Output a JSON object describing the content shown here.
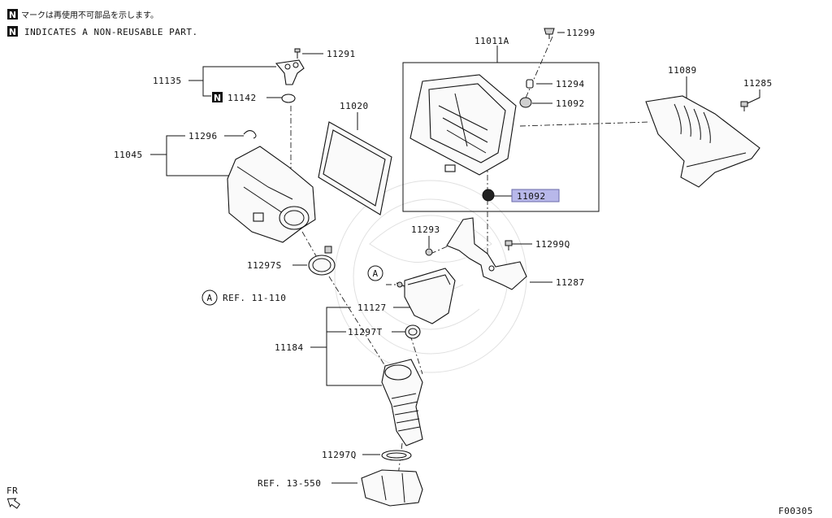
{
  "notes": {
    "mark": "N",
    "line1": "マークは再使用不可部品を示します。",
    "line2": "INDICATES A NON-REUSABLE PART."
  },
  "labels": {
    "p11011A": "11011A",
    "p11299": "11299",
    "p11291": "11291",
    "p11135": "11135",
    "p11142": "11142",
    "p11020": "11020",
    "p11296": "11296",
    "p11045": "11045",
    "p11294": "11294",
    "p11092a": "11092",
    "p11092b": "11092",
    "p11089": "11089",
    "p11285": "11285",
    "p11293": "11293",
    "p11299Q": "11299Q",
    "p11287": "11287",
    "p11297S": "11297S",
    "refA_mark": "A",
    "refA_text": "REF. 11-110",
    "p11127": "11127",
    "mark_A2": "A",
    "p11297T": "11297T",
    "p11184": "11184",
    "p11297Q": "11297Q",
    "ref13": "REF. 13-550",
    "fr": "FR",
    "code": "F00305"
  },
  "highlight_color": "#b8b8ea",
  "mark_fill": "#111111"
}
